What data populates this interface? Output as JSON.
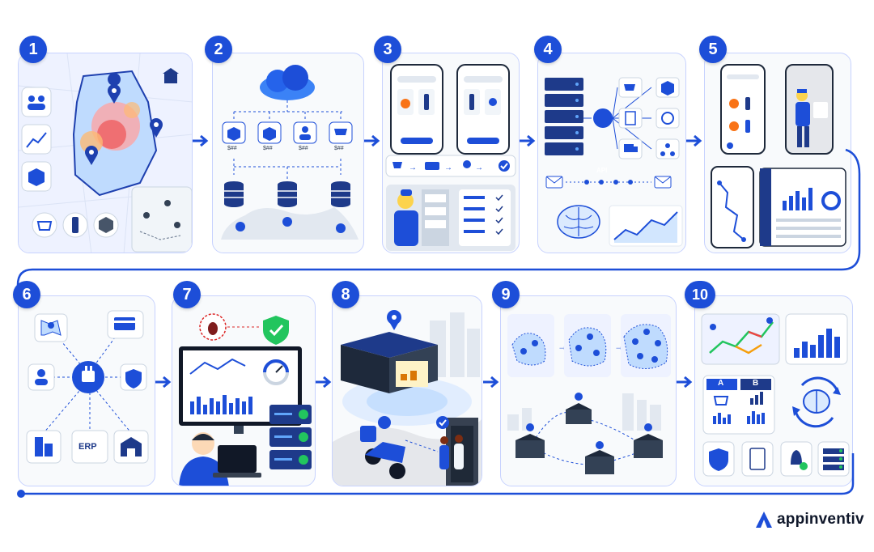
{
  "steps": [
    {
      "number": "1"
    },
    {
      "number": "2"
    },
    {
      "number": "3"
    },
    {
      "number": "4"
    },
    {
      "number": "5"
    },
    {
      "number": "6"
    },
    {
      "number": "7"
    },
    {
      "number": "8"
    },
    {
      "number": "9"
    },
    {
      "number": "10"
    }
  ],
  "labels": {
    "warehouse_tag_1": "$##",
    "warehouse_tag_2": "$##",
    "warehouse_tag_3": "$##",
    "warehouse_tag_4": "$##",
    "api_chip": "API",
    "erp_tag": "ERP",
    "ab_left": "A",
    "ab_right": "B"
  },
  "brand": {
    "name": "appinventiv"
  },
  "colors": {
    "accent": "#1d4ed8",
    "panel_border": "#c7d2fe",
    "heat_red": "#ef4444",
    "check_green": "#22c55e"
  }
}
